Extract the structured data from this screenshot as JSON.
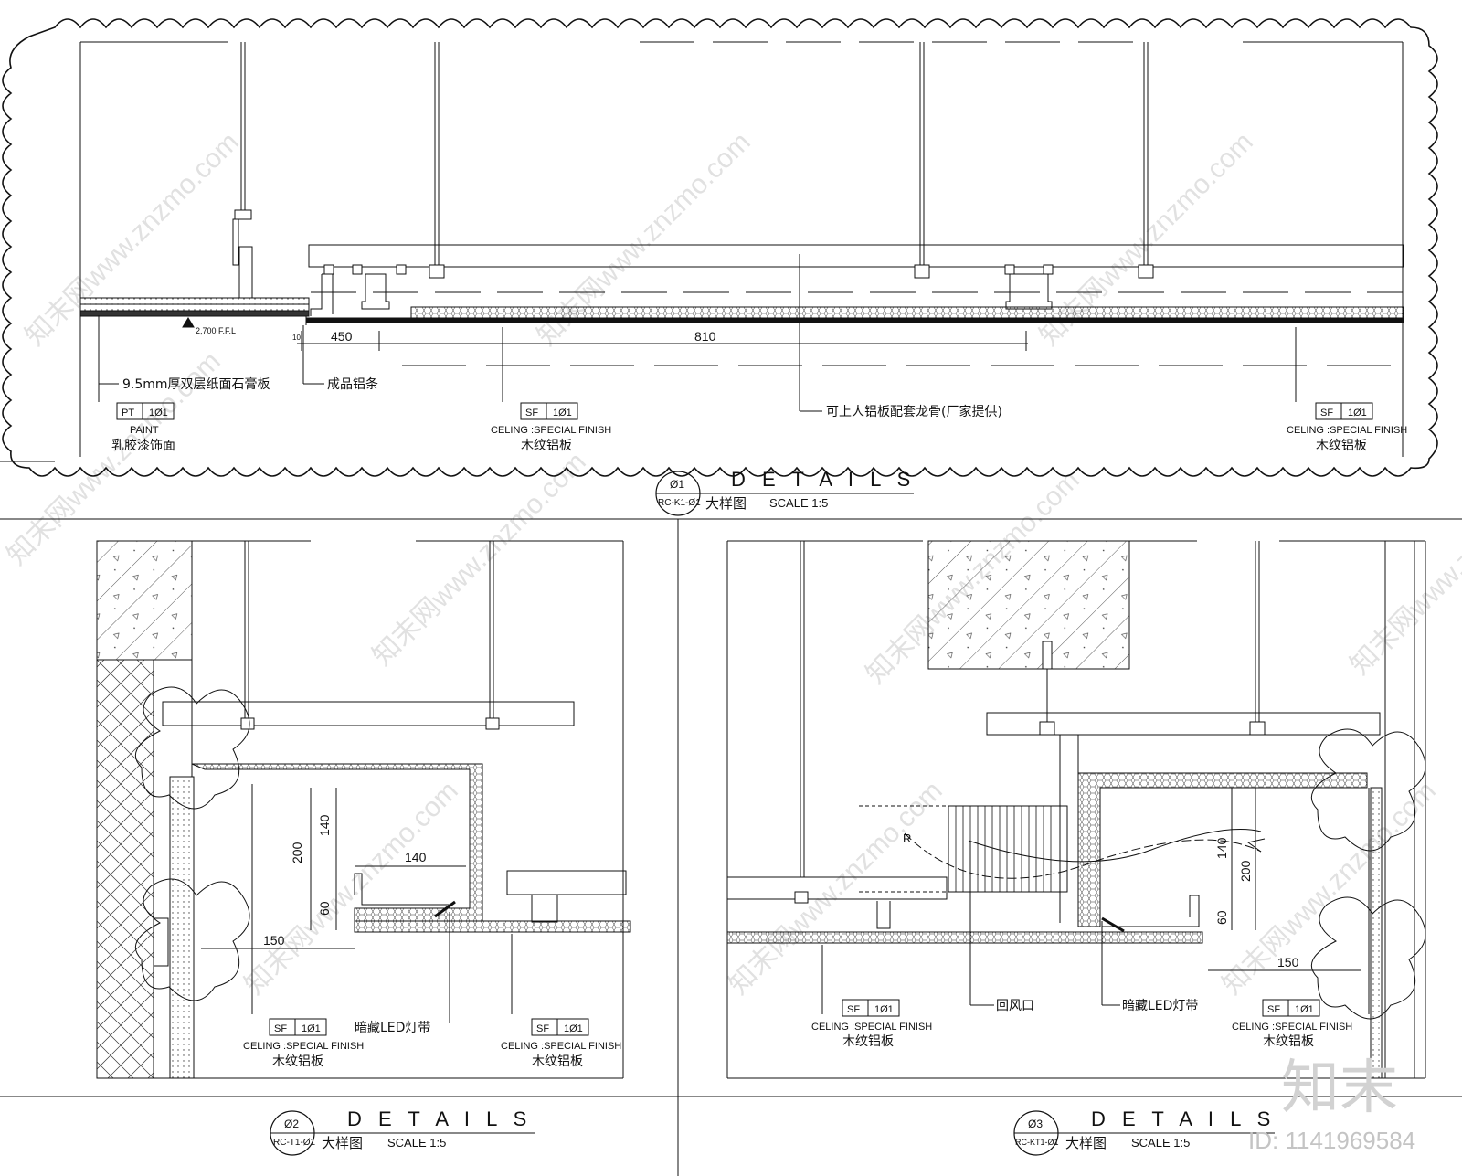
{
  "watermark": {
    "text": "知末网www.znzmo.com",
    "logo_text": "知末",
    "id_text": "ID: 1141969584"
  },
  "details": [
    {
      "circle_number": "Ø1",
      "circle_ref": "RC-K1-Ø1",
      "title": "D E T A I L S",
      "subtitle_cn": "大样图",
      "scale": "SCALE  1:5",
      "level_mark": "2,700 F.F.L",
      "dimensions": [
        "450",
        "810",
        "10"
      ],
      "annotations": [
        "9.5mm厚双层纸面石膏板",
        "成品铝条",
        "可上人铝板配套龙骨(厂家提供)"
      ],
      "tags": [
        {
          "code": "PT",
          "num": "1Ø1",
          "en": "PAINT",
          "cn": "乳胶漆饰面"
        },
        {
          "code": "SF",
          "num": "1Ø1",
          "en": "CELING :SPECIAL FINISH",
          "cn": "木纹铝板"
        },
        {
          "code": "SF",
          "num": "1Ø1",
          "en": "CELING :SPECIAL FINISH",
          "cn": "木纹铝板"
        }
      ]
    },
    {
      "circle_number": "Ø2",
      "circle_ref": "RC-T1-Ø1",
      "title": "D E T A I L S",
      "subtitle_cn": "大样图",
      "scale": "SCALE  1:5",
      "dimensions": [
        "140",
        "200",
        "140",
        "60",
        "150"
      ],
      "annotations": [
        "暗藏LED灯带"
      ],
      "tags": [
        {
          "code": "SF",
          "num": "1Ø1",
          "en": "CELING :SPECIAL FINISH",
          "cn": "木纹铝板"
        },
        {
          "code": "SF",
          "num": "1Ø1",
          "en": "CELING :SPECIAL FINISH",
          "cn": "木纹铝板"
        }
      ]
    },
    {
      "circle_number": "Ø3",
      "circle_ref": "RC-KT1-Ø1",
      "title": "D E T A I L S",
      "subtitle_cn": "大样图",
      "scale": "SCALE  1:5",
      "dimensions": [
        "140",
        "200",
        "60",
        "150"
      ],
      "radius_label": "R",
      "annotations": [
        "回风口",
        "暗藏LED灯带"
      ],
      "tags": [
        {
          "code": "SF",
          "num": "1Ø1",
          "en": "CELING :SPECIAL FINISH",
          "cn": "木纹铝板"
        },
        {
          "code": "SF",
          "num": "1Ø1",
          "en": "CELING :SPECIAL FINISH",
          "cn": "木纹铝板"
        }
      ]
    }
  ]
}
